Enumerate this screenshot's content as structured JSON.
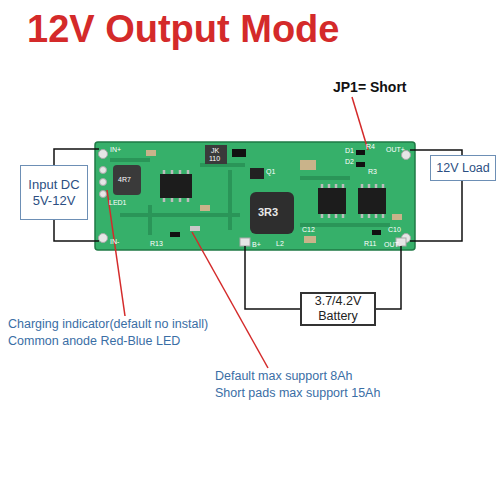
{
  "diagram": {
    "title": "12V Output Mode",
    "nodes": [
      {
        "text": [
          "Input DC 5V-12V"
        ]
      },
      {
        "text": [
          "12V Load"
        ]
      },
      {
        "text": [
          "3.7/4.2V Battery"
        ]
      }
    ],
    "labels": [
      "JP1= Short",
      "IN+",
      "LED1",
      "IN-",
      "JK",
      "110",
      "Q1",
      "4R7",
      "3R3",
      "D1",
      "D2",
      "R4",
      "R3",
      "OUT+",
      "OUT-",
      "B+",
      "L2",
      "C12",
      "C10",
      "R11",
      "R13",
      "Charging indicator(default no install)",
      "Common anode Red-Blue LED",
      "Default max support 8Ah",
      "Short pads max support 15Ah"
    ]
  }
}
